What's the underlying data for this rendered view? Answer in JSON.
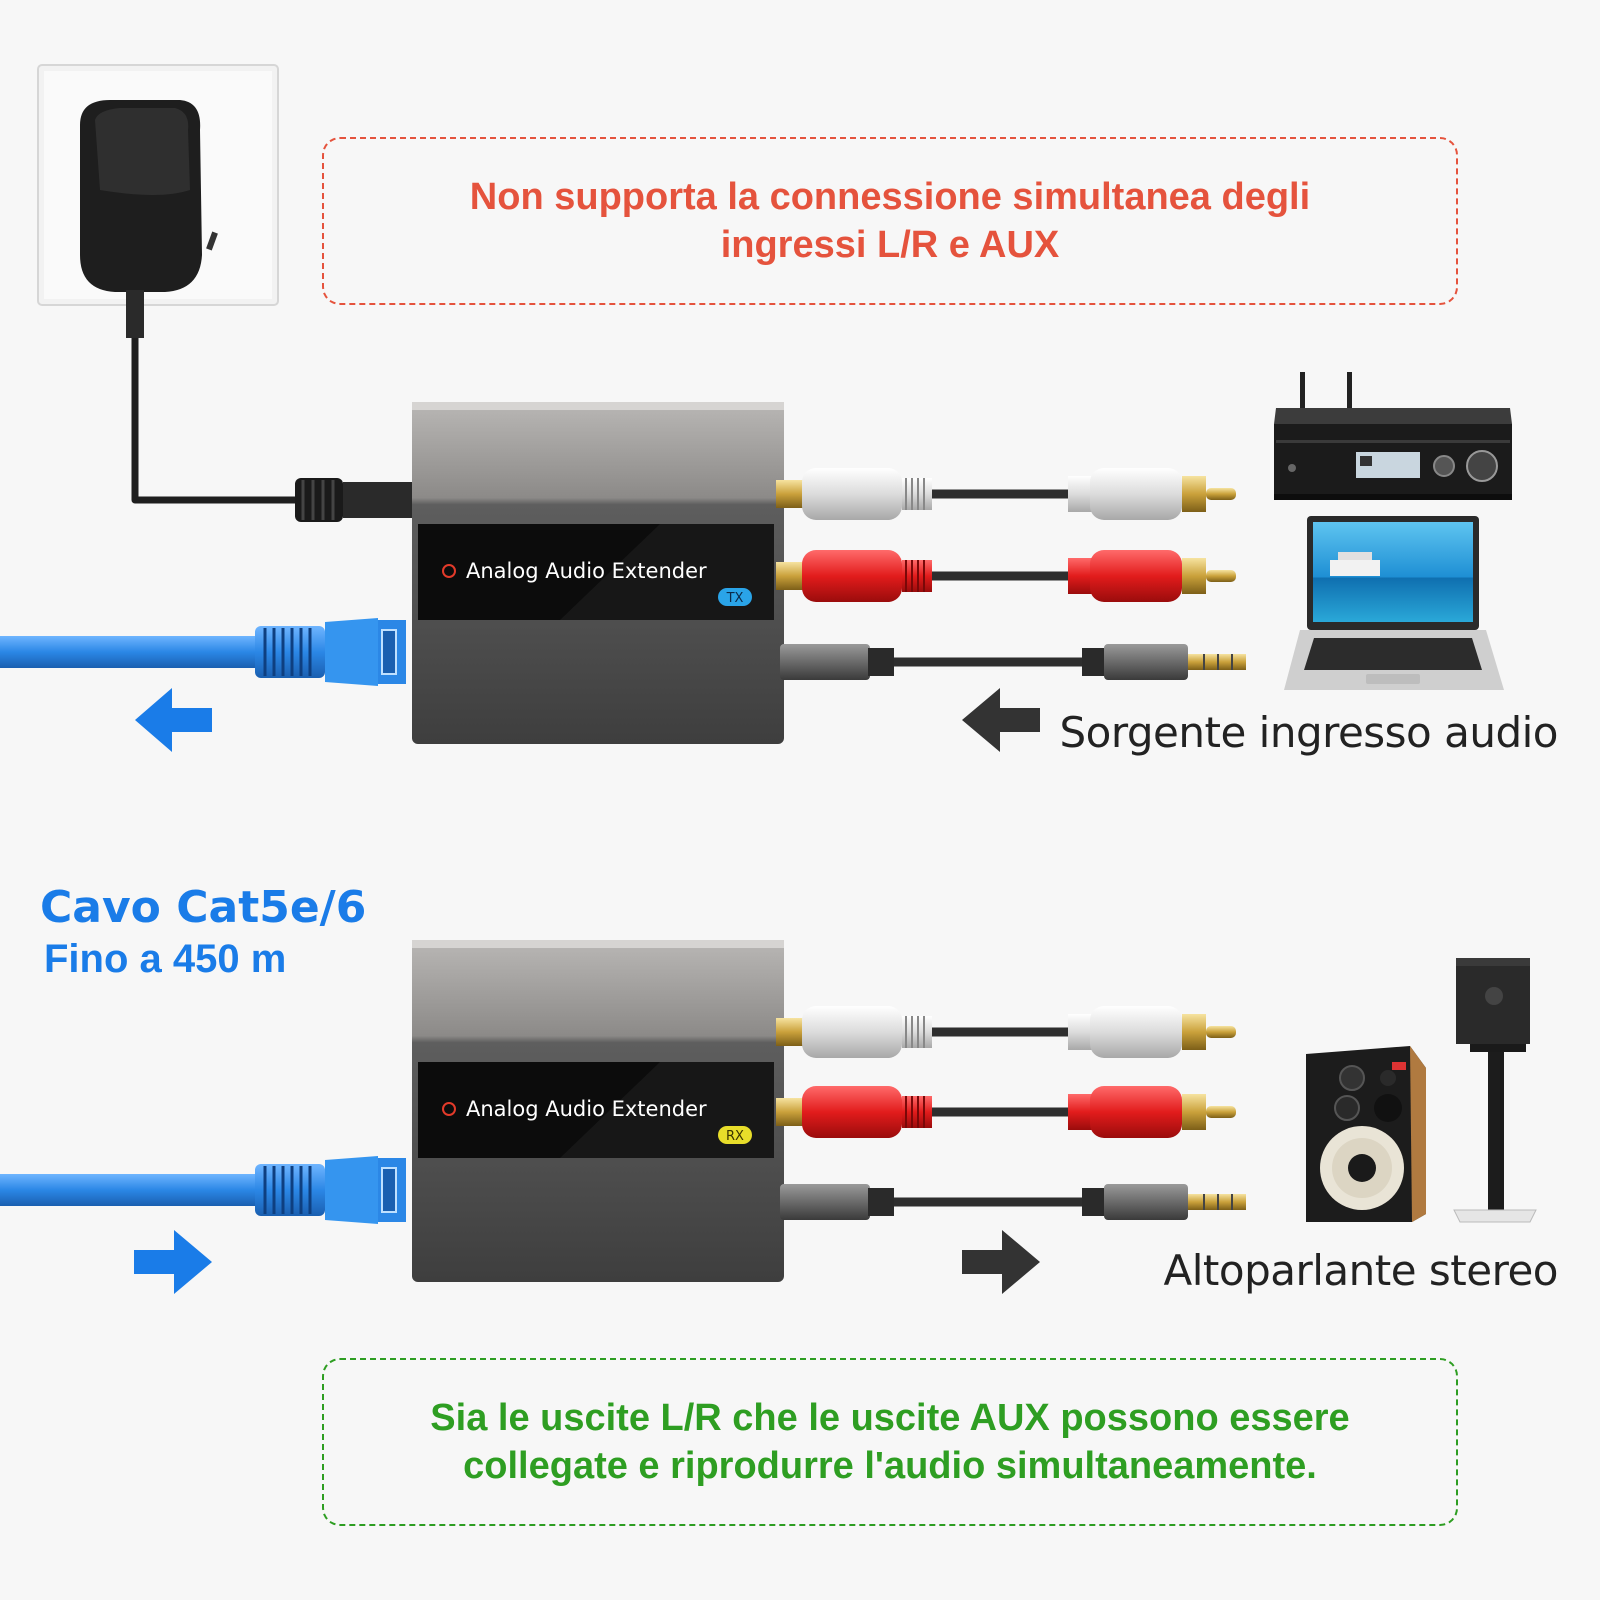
{
  "notices": {
    "top_line1": "Non supporta la connessione simultanea degli",
    "top_line2": "ingressi L/R e AUX",
    "bottom_line1": "Sia le uscite L/R che le uscite AUX possono essere",
    "bottom_line2": "collegate e riprodurre l'audio simultaneamente."
  },
  "cable_label": {
    "line1": "Cavo Cat5e/6",
    "line2": "Fino a 450 m"
  },
  "transmitter": {
    "label": "Analog Audio Extender",
    "badge": "TX",
    "badge_color": "#2aa4e8"
  },
  "receiver": {
    "label": "Analog Audio Extender",
    "badge": "RX",
    "badge_color": "#e8dd2a"
  },
  "captions": {
    "source": "Sorgente ingresso audio",
    "speaker": "Altoparlante stereo"
  },
  "colors": {
    "warning": "#e5533d",
    "ok": "#2e9e22",
    "cable_blue": "#1a7ce8",
    "device_body": "#5a5a5a"
  },
  "icons": [
    "power-adapter-icon",
    "rca-white-plug-icon",
    "rca-red-plug-icon",
    "aux-35mm-plug-icon",
    "rj45-connector-icon",
    "av-receiver-icon",
    "laptop-icon",
    "bookshelf-speaker-icon",
    "arrow-left-icon",
    "arrow-right-icon"
  ]
}
